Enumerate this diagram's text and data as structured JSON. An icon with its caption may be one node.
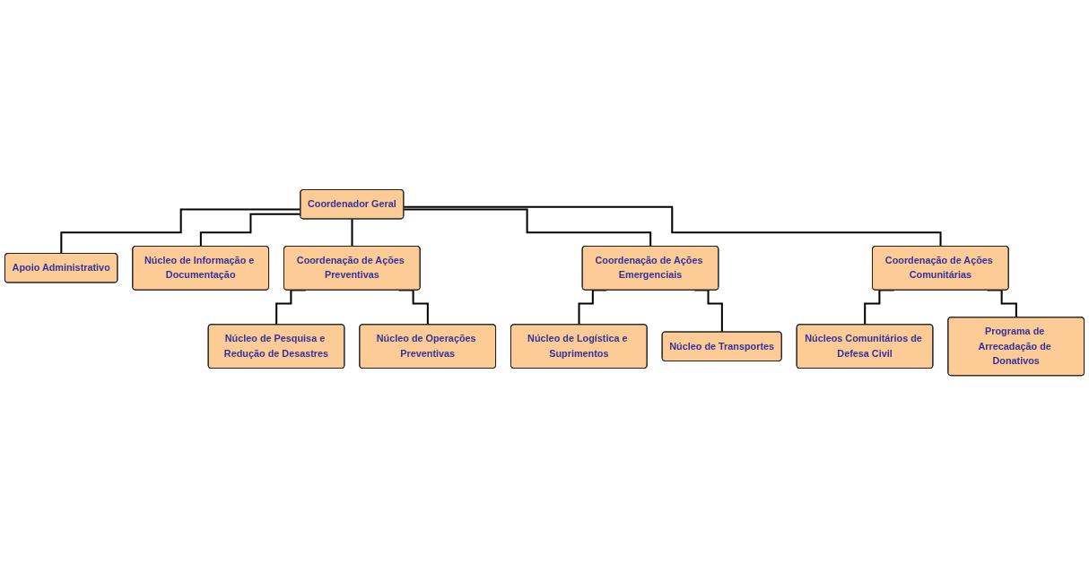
{
  "diagram": {
    "nodes": [
      {
        "text": [
          "Coordenador Geral"
        ]
      },
      {
        "text": [
          "Apoio Administrativo"
        ]
      },
      {
        "text": [
          "Núcleo de Informação e Documentação"
        ]
      },
      {
        "text": [
          "Coordenação de Ações Preventivas"
        ]
      },
      {
        "text": [
          "Coordenação de Ações Emergenciais"
        ]
      },
      {
        "text": [
          "Coordenação de Ações Comunitárias"
        ]
      },
      {
        "text": [
          "Núcleo de Pesquisa e Redução de Desastres"
        ]
      },
      {
        "text": [
          "Núcleo de Operações Preventivas"
        ]
      },
      {
        "text": [
          "Núcleo de Logística e Suprimentos"
        ]
      },
      {
        "text": [
          "Núcleo de Transportes"
        ]
      },
      {
        "text": [
          "Núcleos Comunitários de Defesa Civil"
        ]
      },
      {
        "text": [
          "Programa de Arrecadação de Donativos"
        ]
      }
    ],
    "edges": [
      {
        "from": 0,
        "to": 1,
        "arrow": "none"
      },
      {
        "from": 0,
        "to": 2,
        "arrow": "none"
      },
      {
        "from": 0,
        "to": 3,
        "arrow": "none"
      },
      {
        "from": 0,
        "to": 4,
        "arrow": "none"
      },
      {
        "from": 0,
        "to": 5,
        "arrow": "none"
      },
      {
        "from": 3,
        "to": 6,
        "arrow": "none"
      },
      {
        "from": 3,
        "to": 7,
        "arrow": "none"
      },
      {
        "from": 4,
        "to": 8,
        "arrow": "none"
      },
      {
        "from": 4,
        "to": 9,
        "arrow": "none"
      },
      {
        "from": 5,
        "to": 10,
        "arrow": "none"
      },
      {
        "from": 5,
        "to": 11,
        "arrow": "none"
      }
    ]
  }
}
